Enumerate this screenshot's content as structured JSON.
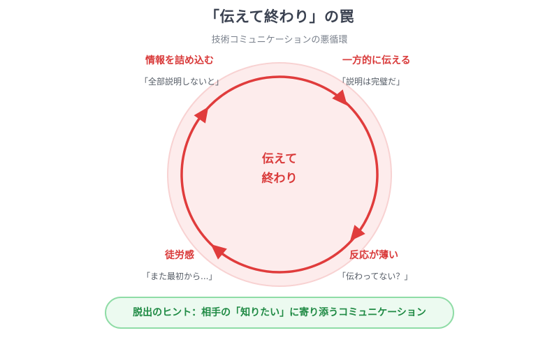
{
  "header": {
    "title": "「伝えて終わり」の罠",
    "subtitle": "技術コミュニケーションの悪循環"
  },
  "center": {
    "line1": "伝えて",
    "line2": "終わり"
  },
  "steps": [
    {
      "label": "情報を詰め込む",
      "quote": "「全部説明しないと」"
    },
    {
      "label": "一方的に伝える",
      "quote": "「説明は完璧だ」"
    },
    {
      "label": "反応が薄い",
      "quote": "「伝わってない？」"
    },
    {
      "label": "徒労感",
      "quote": "「また最初から...」"
    }
  ],
  "hint": {
    "text": "脱出のヒント：相手の「知りたい」に寄り添うコミュニケーション"
  },
  "colors": {
    "accent_red": "#e03c3c",
    "halo_fill": "#fdecec",
    "halo_stroke": "#f8d2d2",
    "hint_green": "#1f8a44",
    "hint_border": "#8fdca6",
    "hint_bg": "#ecfaf0"
  }
}
